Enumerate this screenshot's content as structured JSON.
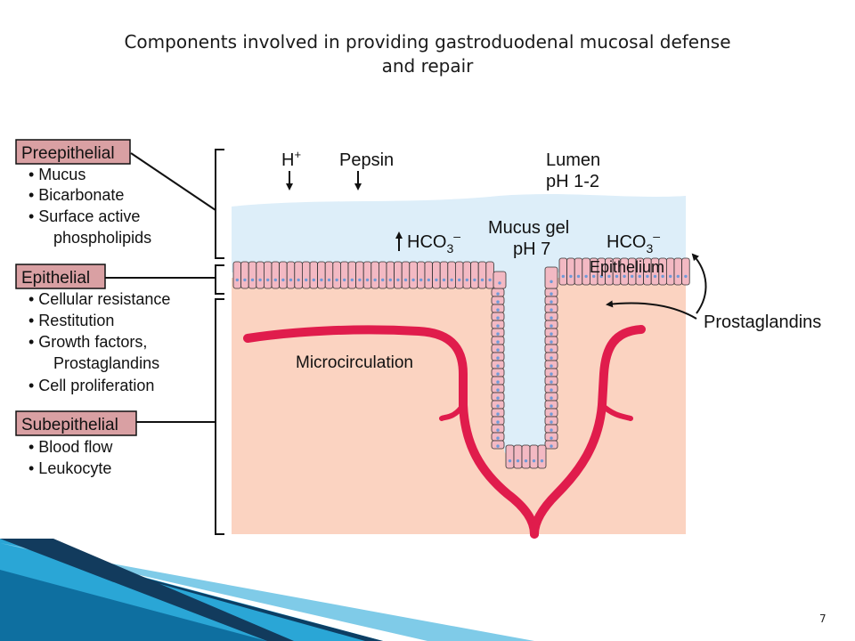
{
  "slide": {
    "title_line1": "Components involved in providing gastroduodenal mucosal defense",
    "title_line2": "and repair",
    "page_number": "7"
  },
  "left_panel": {
    "preepithelial": {
      "heading": "Preepithelial",
      "items": [
        "• Mucus",
        "• Bicarbonate",
        "• Surface active",
        "phospholipids"
      ]
    },
    "epithelial": {
      "heading": "Epithelial",
      "items": [
        "• Cellular resistance",
        "• Restitution",
        "• Growth factors,",
        "Prostaglandins",
        "• Cell proliferation"
      ]
    },
    "subepithelial": {
      "heading": "Subepithelial",
      "items": [
        "• Blood flow",
        "• Leukocyte"
      ]
    }
  },
  "diagram": {
    "h_plus": "H",
    "h_plus_sup": "+",
    "pepsin": "Pepsin",
    "lumen_line1": "Lumen",
    "lumen_line2": "pH 1-2",
    "mucus_gel_line1": "Mucus gel",
    "mucus_gel_line2": "pH 7",
    "bicarb_left": "HCO",
    "bicarb_right": "HCO",
    "bicarb_sub": "3",
    "bicarb_sup": "–",
    "epithelium": "Epithelium",
    "prostaglandins": "Prostaglandins",
    "microcirculation": "Microcirculation"
  },
  "colors": {
    "heading_box_fill": "#d9a0a3",
    "lumen_fill": "#ddeef9",
    "tissue_fill": "#fbd3c1",
    "cell_fill": "#f3b9c3",
    "nucleus": "#6f9ad8",
    "vessel": "#e01c4c",
    "accent_dark": "#0d3e63",
    "accent_blue": "#2aa6d6"
  }
}
